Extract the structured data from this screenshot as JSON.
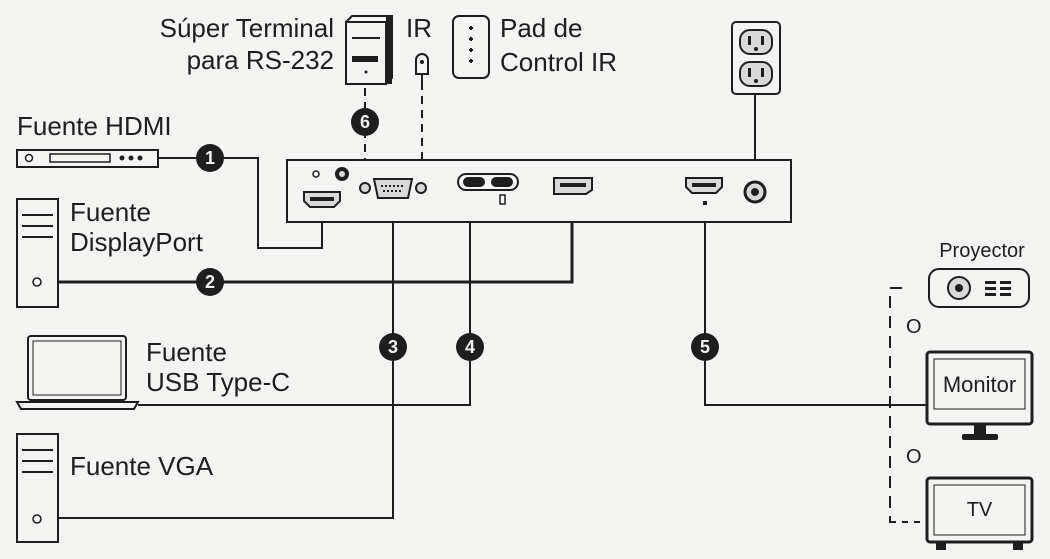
{
  "labels": {
    "rs232_line1": "Súper Terminal",
    "rs232_line2": "para RS-232",
    "ir": "IR",
    "ir_pad_line1": "Pad de",
    "ir_pad_line2": "Control IR",
    "hdmi_source": "Fuente HDMI",
    "dp_source_line1": "Fuente",
    "dp_source_line2": "DisplayPort",
    "usbc_source_line1": "Fuente",
    "usbc_source_line2": "USB Type-C",
    "vga_source": "Fuente VGA",
    "projector": "Proyector",
    "or_1": "O",
    "monitor": "Monitor",
    "or_2": "O",
    "tv": "TV"
  },
  "badges": {
    "hdmi": "1",
    "displayport": "2",
    "vga": "3",
    "usbc": "4",
    "output": "5",
    "rs232": "6"
  },
  "colors": {
    "ink": "#1e1e1e",
    "device_fill": "#f4f4f2",
    "port_fill": "#d9d9d9"
  }
}
